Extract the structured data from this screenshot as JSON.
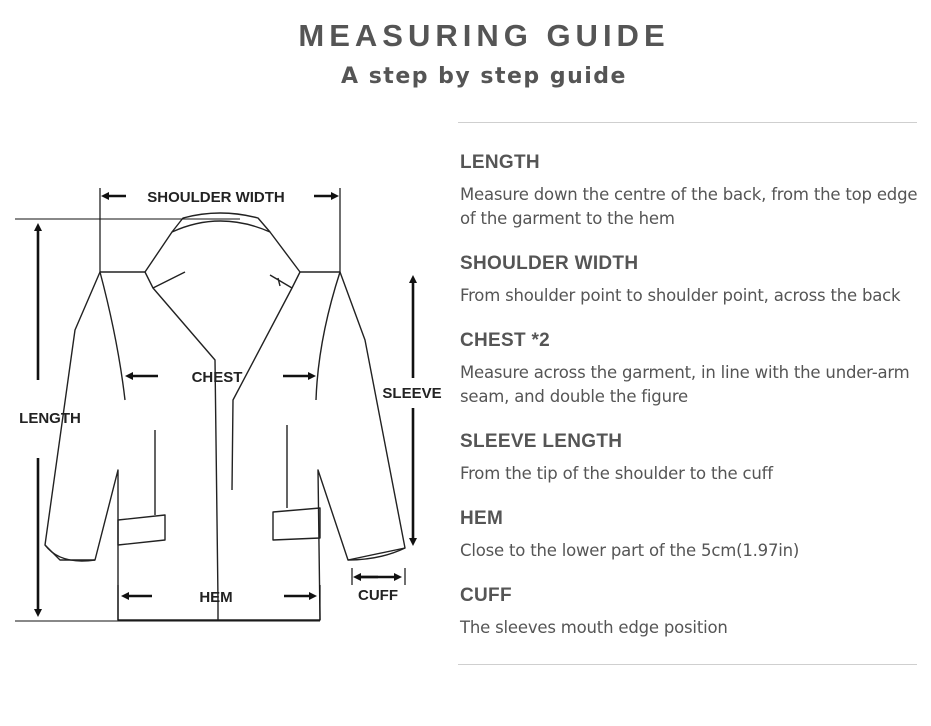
{
  "header": {
    "title": "MEASURING GUIDE",
    "subtitle": "A step by step guide"
  },
  "diagram_labels": {
    "shoulder_width": "SHOULDER WIDTH",
    "length": "LENGTH",
    "chest": "CHEST",
    "sleeve": "SLEEVE",
    "hem": "HEM",
    "cuff": "CUFF"
  },
  "guide": [
    {
      "heading": "LENGTH",
      "text": "Measure down the centre of the back, from the top edge of the garment to the hem"
    },
    {
      "heading": "SHOULDER WIDTH",
      "text": "From shoulder point to shoulder point, across the back"
    },
    {
      "heading": "CHEST *2",
      "text": "Measure across the garment, in line with the under-arm seam, and double the figure"
    },
    {
      "heading": "SLEEVE LENGTH",
      "text": "From the tip of the shoulder to the cuff"
    },
    {
      "heading": "HEM",
      "text": "Close to the lower part of the 5cm(1.97in)"
    },
    {
      "heading": "CUFF",
      "text": "The sleeves mouth edge position"
    }
  ]
}
